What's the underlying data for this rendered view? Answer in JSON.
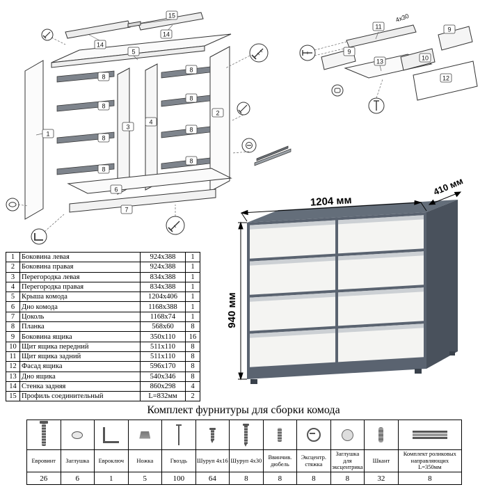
{
  "diagram_left": {
    "labels": {
      "p1": "1",
      "p2": "2",
      "p3": "3",
      "p4": "4",
      "p5": "5",
      "p6": "6",
      "p7": "7",
      "p8": "8",
      "p14": "14",
      "p15": "15"
    }
  },
  "diagram_right": {
    "labels": {
      "p9": "9",
      "p10": "10",
      "p11": "11",
      "p12": "12",
      "p13": "13"
    },
    "screw_size": "4x30"
  },
  "dresser": {
    "width_label": "1204 мм",
    "depth_label": "410 мм",
    "height_label": "940 мм",
    "body_color": "#5a6370",
    "side_color": "#49515c",
    "top_color": "#646e7a",
    "drawer_color": "#f4f4f2",
    "grip_color": "#ccd0d4"
  },
  "parts_table": {
    "rows": [
      {
        "num": "1",
        "name": "Боковина левая",
        "size": "924x388",
        "qty": "1"
      },
      {
        "num": "2",
        "name": "Боковина правая",
        "size": "924x388",
        "qty": "1"
      },
      {
        "num": "3",
        "name": "Перегородка левая",
        "size": "834x388",
        "qty": "1"
      },
      {
        "num": "4",
        "name": "Перегородка правая",
        "size": "834x388",
        "qty": "1"
      },
      {
        "num": "5",
        "name": "Крыша комода",
        "size": "1204x406",
        "qty": "1"
      },
      {
        "num": "6",
        "name": "Дно комода",
        "size": "1168x388",
        "qty": "1"
      },
      {
        "num": "7",
        "name": "Цоколь",
        "size": "1168x74",
        "qty": "1"
      },
      {
        "num": "8",
        "name": "Планка",
        "size": "568x60",
        "qty": "8"
      },
      {
        "num": "9",
        "name": "Боковина ящика",
        "size": "350x110",
        "qty": "16"
      },
      {
        "num": "10",
        "name": "Щит ящика передний",
        "size": "511x110",
        "qty": "8"
      },
      {
        "num": "11",
        "name": "Щит ящика задний",
        "size": "511x110",
        "qty": "8"
      },
      {
        "num": "12",
        "name": "Фасад ящика",
        "size": "596x170",
        "qty": "8"
      },
      {
        "num": "13",
        "name": "Дно ящика",
        "size": "540x346",
        "qty": "8"
      },
      {
        "num": "14",
        "name": "Стенка задняя",
        "size": "860x298",
        "qty": "4"
      },
      {
        "num": "15",
        "name": "Профиль соединительный",
        "size": "L=832мм",
        "qty": "2"
      }
    ]
  },
  "hardware": {
    "title": "Комплект фурнитуры для сборки комода",
    "items": [
      {
        "icon": "euroscrew-icon",
        "name": "Евровинт",
        "qty": "26"
      },
      {
        "icon": "cap-icon",
        "name": "Заглушка",
        "qty": "6"
      },
      {
        "icon": "hexkey-icon",
        "name": "Евроключ",
        "qty": "1"
      },
      {
        "icon": "foot-icon",
        "name": "Ножка",
        "qty": "5"
      },
      {
        "icon": "nail-icon",
        "name": "Гвоздь",
        "qty": "100"
      },
      {
        "icon": "screw-icon",
        "name": "Шуруп 4x16",
        "qty": "64"
      },
      {
        "icon": "screw-long-icon",
        "name": "Шуруп 4x30",
        "qty": "8"
      },
      {
        "icon": "dowel-screw-icon",
        "name": "Ввинчив. дюбель",
        "qty": "8"
      },
      {
        "icon": "cam-lock-icon",
        "name": "Эксцентр. стяжка",
        "qty": "8"
      },
      {
        "icon": "cam-cap-icon",
        "name": "Заглушка для эксцентрика",
        "qty": "8"
      },
      {
        "icon": "dowel-icon",
        "name": "Шкант",
        "qty": "32"
      },
      {
        "icon": "slides-icon",
        "name": "Комплект роликовых направляющих L=350мм",
        "qty": "8"
      }
    ]
  }
}
